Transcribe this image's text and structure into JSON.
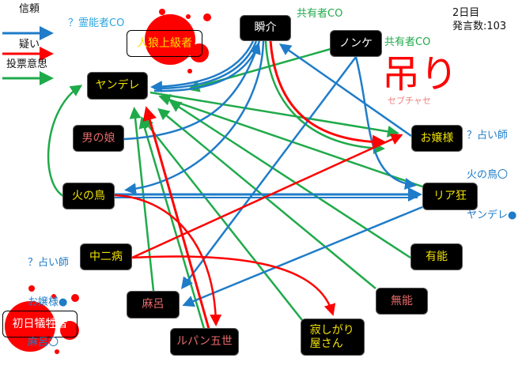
{
  "legend": {
    "trust": "信頼",
    "doubt": "疑い",
    "vote": "投票意思",
    "colors": {
      "trust": "#1f7cc8",
      "doubt": "#ff0000",
      "vote": "#1faa4a"
    }
  },
  "status": {
    "day": "2日目",
    "posts": "発言数:103"
  },
  "hanged_label": "吊り",
  "hanged_faint_note": "セブチャセ",
  "notes": {
    "medium_co": "？霊能者CO",
    "shared_co_1": "共有者CO",
    "shared_co_2": "共有者CO",
    "seer_right": [
      "？占い師",
      "火の鳥〇",
      "ヤンデレ●"
    ],
    "seer_left": [
      "？占い師",
      "お嬢様●",
      "麻呂〇"
    ]
  },
  "nodes": {
    "jinrou": "人狼上級者",
    "shunsuke": "瞬介",
    "nonke": "ノンケ",
    "yandere": "ヤンデレ",
    "otokonoko": "男の娘",
    "ojousama": "お嬢様",
    "hinotori": "火の鳥",
    "riakyou": "リア狂",
    "chuunibyou": "中二病",
    "yuunou": "有能",
    "maro": "麻呂",
    "munou": "無能",
    "lupin": "ルパン五世",
    "sabishigari": "寂しがり屋さん",
    "shonichi": "初日犠牲者"
  }
}
